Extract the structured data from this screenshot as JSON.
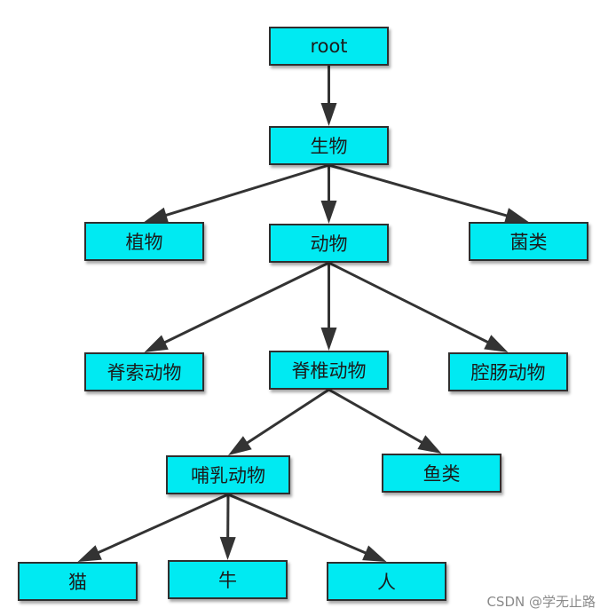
{
  "diagram": {
    "node_fill": "#00eaf2",
    "node_border": "#2f2f2f",
    "edge_color": "#333333",
    "nodes": {
      "root": "root",
      "organism": "生物",
      "plant": "植物",
      "animal": "动物",
      "fungus": "菌类",
      "chordate": "脊索动物",
      "vertebrate": "脊椎动物",
      "coelenterate": "腔肠动物",
      "mammal": "哺乳动物",
      "fish": "鱼类",
      "cat": "猫",
      "cow": "牛",
      "human": "人"
    },
    "edges": [
      [
        "root",
        "organism"
      ],
      [
        "organism",
        "plant"
      ],
      [
        "organism",
        "animal"
      ],
      [
        "organism",
        "fungus"
      ],
      [
        "animal",
        "chordate"
      ],
      [
        "animal",
        "vertebrate"
      ],
      [
        "animal",
        "coelenterate"
      ],
      [
        "vertebrate",
        "mammal"
      ],
      [
        "vertebrate",
        "fish"
      ],
      [
        "mammal",
        "cat"
      ],
      [
        "mammal",
        "cow"
      ],
      [
        "mammal",
        "human"
      ]
    ]
  },
  "watermark": "CSDN @学无止路"
}
